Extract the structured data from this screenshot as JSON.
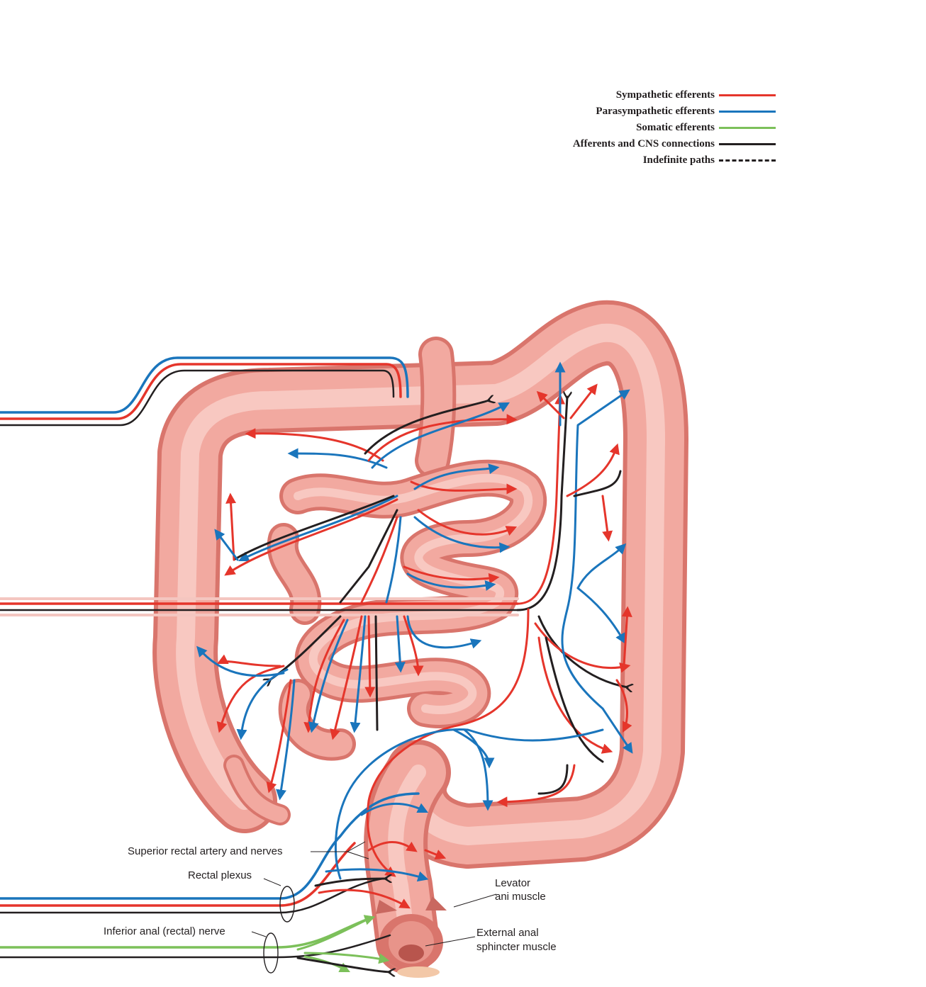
{
  "legend": [
    {
      "label": "Sympathetic efferents",
      "color": "#e5352b",
      "style": "solid"
    },
    {
      "label": "Parasympathetic efferents",
      "color": "#1a75bc",
      "style": "solid"
    },
    {
      "label": "Somatic efferents",
      "color": "#7cc05a",
      "style": "solid"
    },
    {
      "label": "Afferents and CNS connections",
      "color": "#231f20",
      "style": "solid"
    },
    {
      "label": "Indefinite paths",
      "color": "#231f20",
      "style": "dashed"
    }
  ],
  "labels": {
    "superior_rectal": "Superior rectal artery and nerves",
    "rectal_plexus": "Rectal plexus",
    "inferior_anal": "Inferior anal (rectal) nerve",
    "levator_line1": "Levator",
    "levator_line2": "ani muscle",
    "sphincter_line1": "External anal",
    "sphincter_line2": "sphincter muscle"
  },
  "colors": {
    "sympathetic": "#e5352b",
    "parasympathetic": "#1a75bc",
    "somatic": "#7cc05a",
    "afferent": "#231f20",
    "bowel": "#f2a9a0",
    "bowel_shadow": "#d9756c",
    "bowel_highlight": "#fbd6cf"
  }
}
